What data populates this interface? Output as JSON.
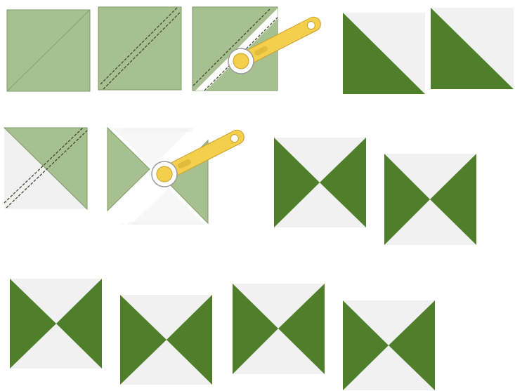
{
  "diagram": {
    "title": "",
    "colors": {
      "light_green": "#a7c08f",
      "light_green_edge": "#7f9a6a",
      "dark_green": "#4f7f2a",
      "off_white": "#f1f1f1",
      "stitch": "#3d4a35",
      "cutter_yellow": "#f4cf4c",
      "cutter_outline": "#c9a12a",
      "cutter_white": "#ffffff"
    },
    "rows": [
      {
        "step": "row-1",
        "items": [
          "pair-square",
          "marked-square",
          "cut-square",
          "half-square-triangle",
          "half-square-triangle"
        ]
      },
      {
        "step": "row-2",
        "items": [
          "sewn-unit",
          "cut-unit",
          "hourglass-block",
          "hourglass-block"
        ]
      },
      {
        "step": "row-3",
        "items": [
          "hourglass-block",
          "hourglass-block",
          "hourglass-block",
          "hourglass-block"
        ]
      }
    ],
    "icons": [
      "rotary-cutter-icon",
      "rotary-cutter-icon"
    ]
  }
}
